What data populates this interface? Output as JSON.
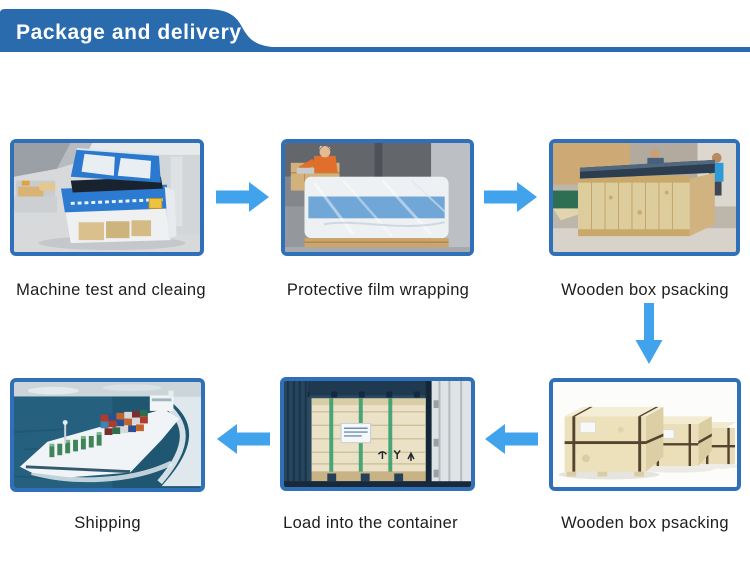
{
  "header": {
    "title": "Package and delivery"
  },
  "colors": {
    "header_blue": "#2a6bae",
    "arrow_blue": "#41a3ec",
    "photo_border_blue": "#2f70b8",
    "caption_text": "#1d1d1d",
    "title_text": "#ffffff"
  },
  "icons": {
    "right_arrow": "arrow-right-icon",
    "left_arrow": "arrow-left-icon",
    "down_arrow": "arrow-down-icon"
  },
  "flow": {
    "row1": [
      {
        "caption": "Machine test and cleaing",
        "photo": "laser machine tested in workshop"
      },
      {
        "caption": "Protective film wrapping",
        "photo": "machine wrapped in protective film"
      },
      {
        "caption": "Wooden box psacking",
        "photo": "machine packed into plywood crate"
      }
    ],
    "row2": [
      {
        "caption": "Shipping",
        "photo": "container ship at sea"
      },
      {
        "caption": "Load into the container",
        "photo": "strapped crate loaded into container"
      },
      {
        "caption": "Wooden box psacking",
        "photo": "finished wooden crates"
      }
    ]
  }
}
